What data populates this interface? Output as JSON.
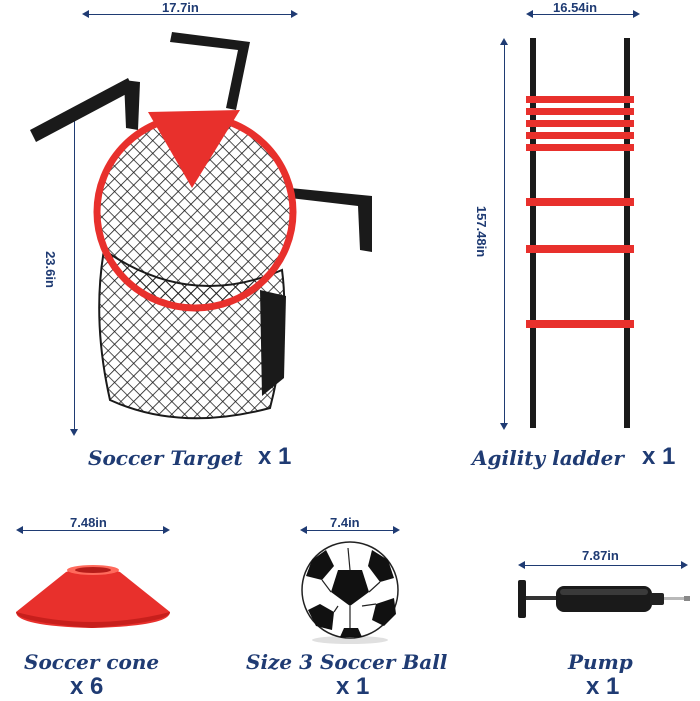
{
  "items": {
    "target": {
      "name": "Soccer Target",
      "qty": "x 1",
      "width": "17.7in",
      "height": "23.6in"
    },
    "ladder": {
      "name": "Agility ladder",
      "qty": "x 1",
      "width": "16.54in",
      "length": "157.48in"
    },
    "cone": {
      "name": "Soccer cone",
      "qty": "x 6",
      "width": "7.48in"
    },
    "ball": {
      "name": "Size 3 Soccer Ball",
      "qty": "x 1",
      "width": "7.4in"
    },
    "pump": {
      "name": "Pump",
      "qty": "x 1",
      "width": "7.87in"
    }
  },
  "colors": {
    "accent": "#1f3b73",
    "red": "#e8302c",
    "black": "#1a1a1a"
  }
}
